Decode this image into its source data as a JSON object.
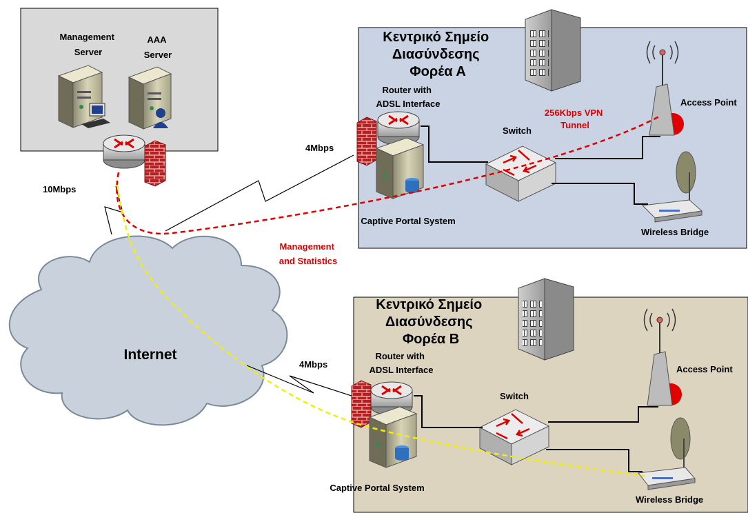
{
  "management_zone": {
    "management_server_line1": "Management",
    "management_server_line2": "Server",
    "aaa_server_line1": "AAA",
    "aaa_server_line2": "Server",
    "uplink_speed": "10Mbps"
  },
  "internet": {
    "label": "Internet"
  },
  "overlay": {
    "management_line1": "Management",
    "management_line2": "and Statistics"
  },
  "site_a": {
    "title_line1": "Κεντρικό Σημείο",
    "title_line2": "Διασύνδεσης",
    "title_line3": "Φορέα Α",
    "router_line1": "Router with",
    "router_line2": "ADSL Interface",
    "switch": "Switch",
    "access_point": "Access Point",
    "wireless_bridge": "Wireless Bridge",
    "captive_portal": "Captive Portal System",
    "link_speed": "4Mbps",
    "vpn_line1": "256Kbps VPN",
    "vpn_line2": "Tunnel"
  },
  "site_b": {
    "title_line1": "Κεντρικό Σημείο",
    "title_line2": "Διασύνδεσης",
    "title_line3": "Φορέα Β",
    "router_line1": "Router with",
    "router_line2": "ADSL Interface",
    "switch": "Switch",
    "access_point": "Access Point",
    "wireless_bridge": "Wireless Bridge",
    "captive_portal": "Captive Portal System",
    "link_speed": "4Mbps"
  },
  "colors": {
    "management_zone_bg": "#d9d9d9",
    "site_a_bg": "#c9d3e3",
    "site_b_bg": "#ddd4c0",
    "cloud": "#c9d2dc",
    "vpn_line": "#e00000",
    "bridge_line": "#f0f000",
    "firewall": "#b22222"
  }
}
